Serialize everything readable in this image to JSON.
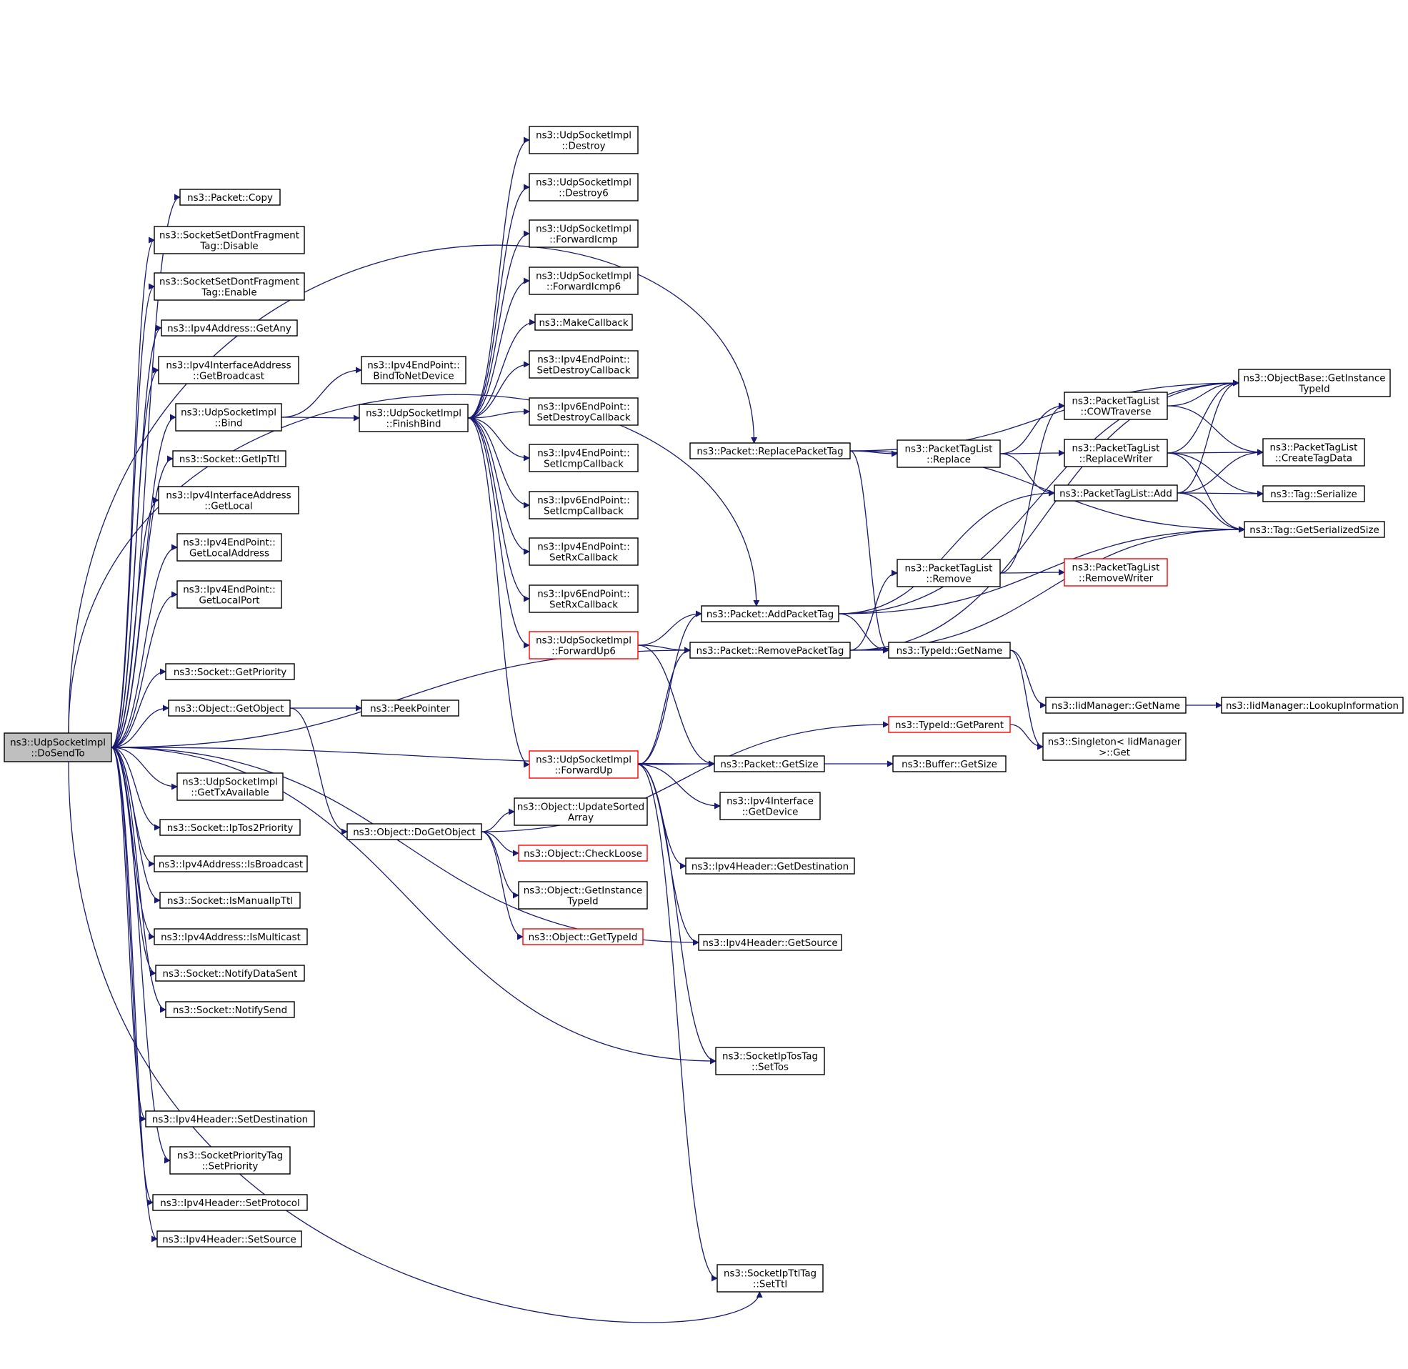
{
  "colors": {
    "edge": "#191970",
    "root_fill": "#bfbfbf",
    "red_border": "#ff0000"
  },
  "nodes": [
    {
      "id": "root",
      "lines": [
        "ns3::UdpSocketImpl",
        "::DoSendTo"
      ],
      "style": "root"
    },
    {
      "id": "copy",
      "lines": [
        "ns3::Packet::Copy"
      ]
    },
    {
      "id": "disable",
      "lines": [
        "ns3::SocketSetDontFragment",
        "Tag::Disable"
      ]
    },
    {
      "id": "enable",
      "lines": [
        "ns3::SocketSetDontFragment",
        "Tag::Enable"
      ]
    },
    {
      "id": "getany",
      "lines": [
        "ns3::Ipv4Address::GetAny"
      ]
    },
    {
      "id": "getbroadcast",
      "lines": [
        "ns3::Ipv4InterfaceAddress",
        "::GetBroadcast"
      ]
    },
    {
      "id": "bind",
      "lines": [
        "ns3::UdpSocketImpl",
        "::Bind"
      ]
    },
    {
      "id": "getipttl",
      "lines": [
        "ns3::Socket::GetIpTtl"
      ]
    },
    {
      "id": "getlocal",
      "lines": [
        "ns3::Ipv4InterfaceAddress",
        "::GetLocal"
      ]
    },
    {
      "id": "getlocaladdress",
      "lines": [
        "ns3::Ipv4EndPoint::",
        "GetLocalAddress"
      ]
    },
    {
      "id": "getlocalport",
      "lines": [
        "ns3::Ipv4EndPoint::",
        "GetLocalPort"
      ]
    },
    {
      "id": "getpriority",
      "lines": [
        "ns3::Socket::GetPriority"
      ]
    },
    {
      "id": "getobject",
      "lines": [
        "ns3::Object::GetObject"
      ]
    },
    {
      "id": "gettxavailable",
      "lines": [
        "ns3::UdpSocketImpl",
        "::GetTxAvailable"
      ]
    },
    {
      "id": "iptos2priority",
      "lines": [
        "ns3::Socket::IpTos2Priority"
      ]
    },
    {
      "id": "isbroadcast",
      "lines": [
        "ns3::Ipv4Address::IsBroadcast"
      ]
    },
    {
      "id": "ismanualipttl",
      "lines": [
        "ns3::Socket::IsManualIpTtl"
      ]
    },
    {
      "id": "ismulticast",
      "lines": [
        "ns3::Ipv4Address::IsMulticast"
      ]
    },
    {
      "id": "notifydatasent",
      "lines": [
        "ns3::Socket::NotifyDataSent"
      ]
    },
    {
      "id": "notifysend",
      "lines": [
        "ns3::Socket::NotifySend"
      ]
    },
    {
      "id": "setdestination",
      "lines": [
        "ns3::Ipv4Header::SetDestination"
      ]
    },
    {
      "id": "setpriority",
      "lines": [
        "ns3::SocketPriorityTag",
        "::SetPriority"
      ]
    },
    {
      "id": "setprotocol",
      "lines": [
        "ns3::Ipv4Header::SetProtocol"
      ]
    },
    {
      "id": "setsource",
      "lines": [
        "ns3::Ipv4Header::SetSource"
      ]
    },
    {
      "id": "bindtonetdevice",
      "lines": [
        "ns3::Ipv4EndPoint::",
        "BindToNetDevice"
      ]
    },
    {
      "id": "finishbind",
      "lines": [
        "ns3::UdpSocketImpl",
        "::FinishBind"
      ]
    },
    {
      "id": "peekpointer",
      "lines": [
        "ns3::PeekPointer"
      ]
    },
    {
      "id": "dogetobject",
      "lines": [
        "ns3::Object::DoGetObject"
      ]
    },
    {
      "id": "destroy",
      "lines": [
        "ns3::UdpSocketImpl",
        "::Destroy"
      ]
    },
    {
      "id": "destroy6",
      "lines": [
        "ns3::UdpSocketImpl",
        "::Destroy6"
      ]
    },
    {
      "id": "forwardicmp",
      "lines": [
        "ns3::UdpSocketImpl",
        "::ForwardIcmp"
      ]
    },
    {
      "id": "forwardicmp6",
      "lines": [
        "ns3::UdpSocketImpl",
        "::ForwardIcmp6"
      ]
    },
    {
      "id": "makecallback",
      "lines": [
        "ns3::MakeCallback"
      ]
    },
    {
      "id": "ipv4setdestroy",
      "lines": [
        "ns3::Ipv4EndPoint::",
        "SetDestroyCallback"
      ]
    },
    {
      "id": "ipv6setdestroy",
      "lines": [
        "ns3::Ipv6EndPoint::",
        "SetDestroyCallback"
      ]
    },
    {
      "id": "ipv4seticmp",
      "lines": [
        "ns3::Ipv4EndPoint::",
        "SetIcmpCallback"
      ]
    },
    {
      "id": "ipv6seticmp",
      "lines": [
        "ns3::Ipv6EndPoint::",
        "SetIcmpCallback"
      ]
    },
    {
      "id": "ipv4setrx",
      "lines": [
        "ns3::Ipv4EndPoint::",
        "SetRxCallback"
      ]
    },
    {
      "id": "ipv6setrx",
      "lines": [
        "ns3::Ipv6EndPoint::",
        "SetRxCallback"
      ]
    },
    {
      "id": "forwardup6",
      "lines": [
        "ns3::UdpSocketImpl",
        "::ForwardUp6"
      ],
      "style": "red"
    },
    {
      "id": "forwardup",
      "lines": [
        "ns3::UdpSocketImpl",
        "::ForwardUp"
      ],
      "style": "red"
    },
    {
      "id": "updatesorted",
      "lines": [
        "ns3::Object::UpdateSorted",
        "Array"
      ]
    },
    {
      "id": "checkloose",
      "lines": [
        "ns3::Object::CheckLoose"
      ],
      "style": "red"
    },
    {
      "id": "getinstancetypeid",
      "lines": [
        "ns3::Object::GetInstance",
        "TypeId"
      ]
    },
    {
      "id": "gettypeid",
      "lines": [
        "ns3::Object::GetTypeId"
      ],
      "style": "red"
    },
    {
      "id": "replacepackettag",
      "lines": [
        "ns3::Packet::ReplacePacketTag"
      ]
    },
    {
      "id": "addpackettag",
      "lines": [
        "ns3::Packet::AddPacketTag"
      ]
    },
    {
      "id": "removepackettag",
      "lines": [
        "ns3::Packet::RemovePacketTag"
      ]
    },
    {
      "id": "packetgetsize",
      "lines": [
        "ns3::Packet::GetSize"
      ]
    },
    {
      "id": "ipv4ifgetdevice",
      "lines": [
        "ns3::Ipv4Interface",
        "::GetDevice"
      ]
    },
    {
      "id": "getdestination",
      "lines": [
        "ns3::Ipv4Header::GetDestination"
      ]
    },
    {
      "id": "getsource",
      "lines": [
        "ns3::Ipv4Header::GetSource"
      ]
    },
    {
      "id": "settos",
      "lines": [
        "ns3::SocketIpTosTag",
        "::SetTos"
      ]
    },
    {
      "id": "setttl",
      "lines": [
        "ns3::SocketIpTtlTag",
        "::SetTtl"
      ]
    },
    {
      "id": "ptlreplace",
      "lines": [
        "ns3::PacketTagList",
        "::Replace"
      ]
    },
    {
      "id": "ptlremove",
      "lines": [
        "ns3::PacketTagList",
        "::Remove"
      ]
    },
    {
      "id": "typeidgetname",
      "lines": [
        "ns3::TypeId::GetName"
      ]
    },
    {
      "id": "typeidgetparent",
      "lines": [
        "ns3::TypeId::GetParent"
      ],
      "style": "red"
    },
    {
      "id": "buffergetsize",
      "lines": [
        "ns3::Buffer::GetSize"
      ]
    },
    {
      "id": "cowtraverse",
      "lines": [
        "ns3::PacketTagList",
        "::COWTraverse"
      ]
    },
    {
      "id": "replacewriter",
      "lines": [
        "ns3::PacketTagList",
        "::ReplaceWriter"
      ]
    },
    {
      "id": "ptladd",
      "lines": [
        "ns3::PacketTagList::Add"
      ]
    },
    {
      "id": "removewriter",
      "lines": [
        "ns3::PacketTagList",
        "::RemoveWriter"
      ],
      "style": "red"
    },
    {
      "id": "iidgetname",
      "lines": [
        "ns3::IidManager::GetName"
      ]
    },
    {
      "id": "singletonget",
      "lines": [
        "ns3::Singleton< IidManager",
        ">::Get"
      ]
    },
    {
      "id": "objbasegetinstance",
      "lines": [
        "ns3::ObjectBase::GetInstance",
        "TypeId"
      ]
    },
    {
      "id": "createtagdata",
      "lines": [
        "ns3::PacketTagList",
        "::CreateTagData"
      ]
    },
    {
      "id": "tagserialize",
      "lines": [
        "ns3::Tag::Serialize"
      ]
    },
    {
      "id": "taggetserializedsize",
      "lines": [
        "ns3::Tag::GetSerializedSize"
      ]
    },
    {
      "id": "lookupinformation",
      "lines": [
        "ns3::IidManager::LookupInformation"
      ]
    }
  ],
  "edges": [
    [
      "root",
      "copy"
    ],
    [
      "root",
      "disable"
    ],
    [
      "root",
      "enable"
    ],
    [
      "root",
      "getany"
    ],
    [
      "root",
      "getbroadcast"
    ],
    [
      "root",
      "bind"
    ],
    [
      "root",
      "getipttl"
    ],
    [
      "root",
      "getlocal"
    ],
    [
      "root",
      "getlocaladdress"
    ],
    [
      "root",
      "getlocalport"
    ],
    [
      "root",
      "getpriority"
    ],
    [
      "root",
      "getobject"
    ],
    [
      "root",
      "gettxavailable"
    ],
    [
      "root",
      "iptos2priority"
    ],
    [
      "root",
      "isbroadcast"
    ],
    [
      "root",
      "ismanualipttl"
    ],
    [
      "root",
      "ismulticast"
    ],
    [
      "root",
      "notifydatasent"
    ],
    [
      "root",
      "notifysend"
    ],
    [
      "root",
      "setdestination"
    ],
    [
      "root",
      "setpriority"
    ],
    [
      "root",
      "setprotocol"
    ],
    [
      "root",
      "setsource"
    ],
    [
      "root",
      "replacepackettag"
    ],
    [
      "root",
      "addpackettag"
    ],
    [
      "root",
      "removepackettag"
    ],
    [
      "root",
      "packetgetsize"
    ],
    [
      "root",
      "getsource"
    ],
    [
      "root",
      "settos"
    ],
    [
      "root",
      "setttl"
    ],
    [
      "bind",
      "bindtonetdevice"
    ],
    [
      "bind",
      "finishbind"
    ],
    [
      "getobject",
      "peekpointer"
    ],
    [
      "getobject",
      "dogetobject"
    ],
    [
      "finishbind",
      "destroy"
    ],
    [
      "finishbind",
      "destroy6"
    ],
    [
      "finishbind",
      "forwardicmp"
    ],
    [
      "finishbind",
      "forwardicmp6"
    ],
    [
      "finishbind",
      "makecallback"
    ],
    [
      "finishbind",
      "ipv4setdestroy"
    ],
    [
      "finishbind",
      "ipv6setdestroy"
    ],
    [
      "finishbind",
      "ipv4seticmp"
    ],
    [
      "finishbind",
      "ipv6seticmp"
    ],
    [
      "finishbind",
      "ipv4setrx"
    ],
    [
      "finishbind",
      "ipv6setrx"
    ],
    [
      "finishbind",
      "forwardup6"
    ],
    [
      "finishbind",
      "forwardup"
    ],
    [
      "dogetobject",
      "updatesorted"
    ],
    [
      "dogetobject",
      "checkloose"
    ],
    [
      "dogetobject",
      "getinstancetypeid"
    ],
    [
      "dogetobject",
      "gettypeid"
    ],
    [
      "dogetobject",
      "typeidgetparent"
    ],
    [
      "forwardup6",
      "addpackettag"
    ],
    [
      "forwardup6",
      "removepackettag"
    ],
    [
      "forwardup6",
      "packetgetsize"
    ],
    [
      "forwardup",
      "addpackettag"
    ],
    [
      "forwardup",
      "removepackettag"
    ],
    [
      "forwardup",
      "packetgetsize"
    ],
    [
      "forwardup",
      "ipv4ifgetdevice"
    ],
    [
      "forwardup",
      "getdestination"
    ],
    [
      "forwardup",
      "getsource"
    ],
    [
      "forwardup",
      "settos"
    ],
    [
      "forwardup",
      "setttl"
    ],
    [
      "replacepackettag",
      "ptlreplace"
    ],
    [
      "replacepackettag",
      "objbasegetinstance"
    ],
    [
      "replacepackettag",
      "typeidgetname"
    ],
    [
      "replacepackettag",
      "taggetserializedsize"
    ],
    [
      "addpackettag",
      "ptladd"
    ],
    [
      "addpackettag",
      "objbasegetinstance"
    ],
    [
      "addpackettag",
      "typeidgetname"
    ],
    [
      "addpackettag",
      "taggetserializedsize"
    ],
    [
      "removepackettag",
      "ptlremove"
    ],
    [
      "removepackettag",
      "objbasegetinstance"
    ],
    [
      "removepackettag",
      "typeidgetname"
    ],
    [
      "removepackettag",
      "taggetserializedsize"
    ],
    [
      "packetgetsize",
      "buffergetsize"
    ],
    [
      "ptlreplace",
      "cowtraverse"
    ],
    [
      "ptlreplace",
      "replacewriter"
    ],
    [
      "ptlreplace",
      "ptladd"
    ],
    [
      "ptlremove",
      "cowtraverse"
    ],
    [
      "ptlremove",
      "removewriter"
    ],
    [
      "typeidgetname",
      "iidgetname"
    ],
    [
      "typeidgetname",
      "singletonget"
    ],
    [
      "typeidgetparent",
      "singletonget"
    ],
    [
      "iidgetname",
      "lookupinformation"
    ],
    [
      "cowtraverse",
      "objbasegetinstance"
    ],
    [
      "cowtraverse",
      "createtagdata"
    ],
    [
      "replacewriter",
      "objbasegetinstance"
    ],
    [
      "replacewriter",
      "createtagdata"
    ],
    [
      "replacewriter",
      "tagserialize"
    ],
    [
      "replacewriter",
      "taggetserializedsize"
    ],
    [
      "ptladd",
      "objbasegetinstance"
    ],
    [
      "ptladd",
      "createtagdata"
    ],
    [
      "ptladd",
      "tagserialize"
    ],
    [
      "ptladd",
      "taggetserializedsize"
    ]
  ]
}
